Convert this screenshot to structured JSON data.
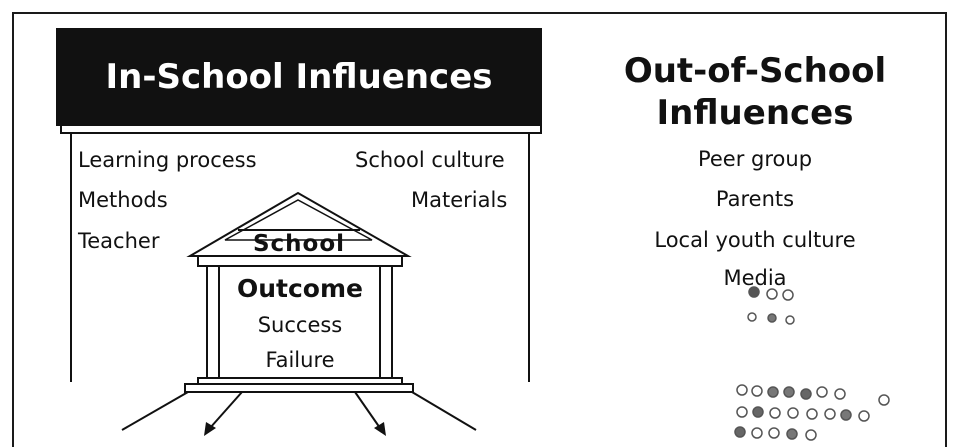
{
  "in_school": {
    "title": "In-School Influences",
    "left_items": [
      "Learning process",
      "Methods",
      "Teacher"
    ],
    "right_items": [
      "School culture",
      "Materials"
    ]
  },
  "school": {
    "roof_label": "School",
    "outcome_title": "Outcome",
    "outcome_items": [
      "Success",
      "Failure"
    ]
  },
  "out_school": {
    "title": "Out-of-School Influences",
    "items": [
      "Peer group",
      "Parents",
      "Local youth culture",
      "Media"
    ]
  }
}
